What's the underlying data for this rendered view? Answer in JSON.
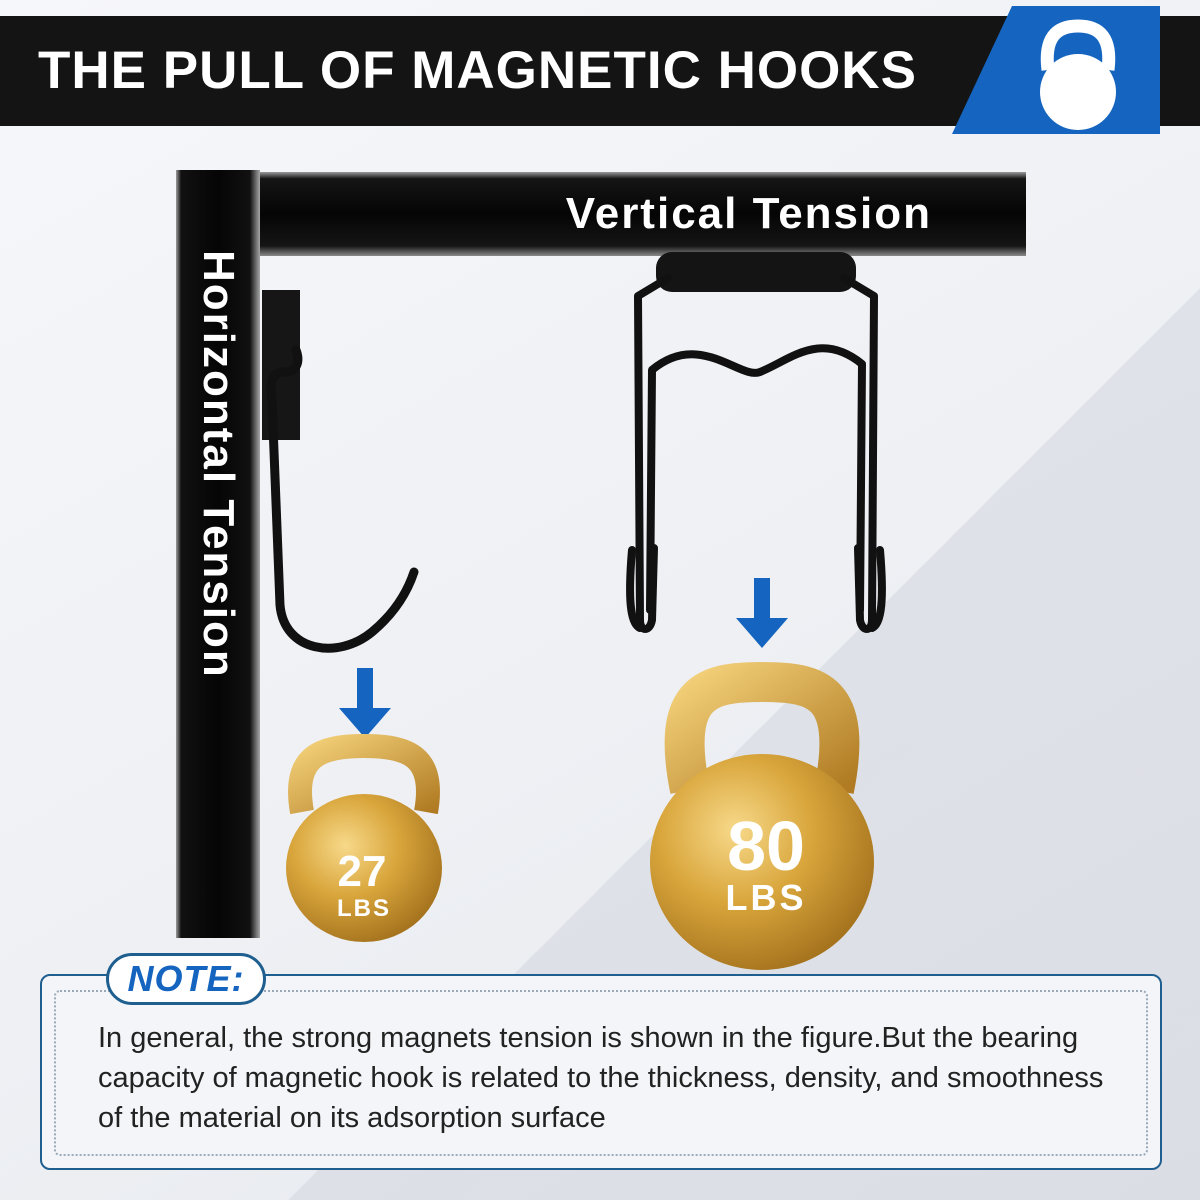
{
  "header": {
    "title": "THE PULL OF MAGNETIC HOOKS",
    "badge_icon": "kettlebell-icon",
    "bar_color": "#141414",
    "badge_color": "#1565c0"
  },
  "diagram": {
    "vertical_label": "Vertical Tension",
    "horizontal_label": "Horizontal Tension",
    "small_weight": {
      "value": "27",
      "unit": "LBS"
    },
    "large_weight": {
      "value": "80",
      "unit": "LBS"
    },
    "arrow_color": "#1565c0",
    "kettlebell_color": "#d4a23a"
  },
  "note": {
    "label": "NOTE:",
    "text": "In general, the strong magnets tension is shown in the figure.But the bearing capacity of magnetic hook is related to the thickness, density, and smoothness of the material on its adsorption surface"
  }
}
